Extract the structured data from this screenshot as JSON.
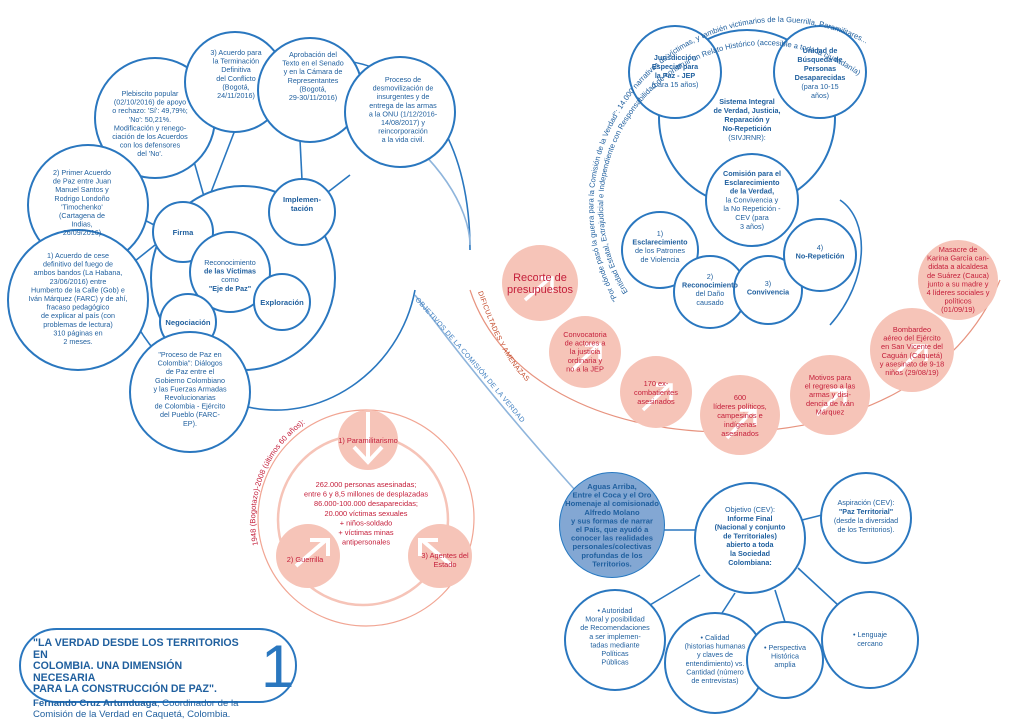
{
  "left": {
    "plebiscito": [
      "Plebiscito popular",
      "(02/10/2016) de apoyo",
      "o rechazo: 'Sí': 49,79%;",
      "'No': 50,21%.",
      "Modificación y renego-",
      "ciación de los Acuerdos",
      "con los defensores",
      "del 'No'."
    ],
    "acuerdo3": [
      "3) Acuerdo para",
      "la Terminación",
      "Definitiva",
      "del Conflicto",
      "(Bogotá,",
      "24/11/2016)"
    ],
    "aprobacion": [
      "Aprobación del",
      "Texto en el Senado",
      "y en la Cámara de",
      "Representantes",
      "(Bogotá,",
      "29-30/11/2016)"
    ],
    "desmovilizacion": [
      "Proceso de",
      "desmovilización de",
      "insurgentes y de",
      "entrega de las armas",
      "a la ONU (1/12/2016-",
      "14/08/2017) y",
      "reincorporación",
      "a la vida civil."
    ],
    "acuerdo2": [
      "2) Primer Acuerdo",
      "de Paz entre Juan",
      "Manuel Santos y",
      "Rodrigo Londoño",
      "'Timochenko'",
      "(Cartagena de",
      "Indias,",
      "26/09/2016)"
    ],
    "acuerdo1": [
      "1) Acuerdo de cese",
      "definitivo del fuego de",
      "ambos bandos (La Habana,",
      "23/06/2016) entre",
      "Humberto de la Calle (Gob) e",
      "Iván Márquez (FARC) y de ahí,",
      "fracaso pedagógico",
      "de explicar al país (con",
      "problemas de lectura)",
      "310 páginas en",
      "2 meses."
    ],
    "firma": "Firma",
    "implementacion": [
      "Implemen-",
      "tación"
    ],
    "reconocimiento": [
      "Reconocimiento",
      "de las Víctimas",
      "como",
      "\"Eje de Paz\""
    ],
    "exploracion": "Exploración",
    "negociacion": "Negociación",
    "proceso_paz": [
      "\"Proceso de Paz en",
      "Colombia\": Diálogos",
      "de Paz entre el",
      "Gobierno Colombiano",
      "y las Fuerzas Armadas",
      "Revolucionarias",
      "de Colombia - Ejército",
      "del Pueblo (FARC-",
      "EP)."
    ],
    "periodo_arc": "1948 (Bogotazo)-2008 (últimos 60 años):",
    "paramilitarismo": "1) Paramilitarismo",
    "guerrilla": "2) Guerrilla",
    "agentes": [
      "3) Agentes del",
      "Estado"
    ],
    "victimas": [
      "262.000 personas asesinadas;",
      "entre 6 y 8,5 millones de desplazadas",
      "86.000-100.000 desaparecidas;",
      "20.000 víctimas sexuales",
      "+ niños-soldado",
      "+ víctimas minas",
      "antipersonales"
    ]
  },
  "right": {
    "jep": [
      "Jurisdicción",
      "Especial para",
      "la Paz - JEP",
      "(para 15 años)"
    ],
    "ubpd": [
      "Unidad de",
      "Búsqueda de",
      "Personas",
      "Desaparecidas",
      "(para 10-15",
      "años)"
    ],
    "sivjrnr": [
      "Sistema Integral",
      "de Verdad, Justicia,",
      "Reparación y",
      "No-Repetición",
      "(SIVJRNR):"
    ],
    "cev": [
      "Comisión para el",
      "Esclarecimiento",
      "de la Verdad,",
      "la Convivencia y",
      "la No Repetición -",
      "CEV (para",
      "3 años)"
    ],
    "esclarecimiento": [
      "1)",
      "Esclarecimiento",
      "de los Patrones",
      "de Violencia"
    ],
    "reconocimiento_dano": [
      "2)",
      "Reconocimiento",
      "del Daño",
      "causado"
    ],
    "convivencia": [
      "3)",
      "Convivencia"
    ],
    "no_repeticion": [
      "4)",
      "No-Repetición"
    ],
    "arc_entidad": "Entidad Estatal, Extrajudicial e Independiente con Responsabilidad de construir un Relato Histórico (accesible a toda la ciudadanía)",
    "arc_pordonde": "\"Por dónde pasó la guerra para la Comisión de la Verdad\": 14.000 narrativas de víctimas, y también victimarios de la Guerrilla, Paramilitares...",
    "dificultades_arc": "DIFICULTADES Y AMENAZAS",
    "objetivos_arc": "OBJETIVOS DE LA COMISIÓN DE LA VERDAD",
    "recorte": [
      "Recorte de",
      "presupuestos"
    ],
    "convocatoria": [
      "Convocatoria",
      "de actores a",
      "la justicia",
      "ordinaria y",
      "no a la JEP"
    ],
    "excombatientes": [
      "170 ex-",
      "combatientes",
      "asesinados"
    ],
    "lideres": [
      "600",
      "líderes políticos,",
      "campesinos e",
      "indígenas",
      "asesinados"
    ],
    "motivos": [
      "Motivos para",
      "el regreso a las",
      "armas y disi-",
      "dencia de Iván",
      "Márquez"
    ],
    "bombardeo": [
      "Bombardeo",
      "aéreo del Ejército",
      "en San Vicente del",
      "Caguán (Caquetá)",
      "y asesinato de 9-18",
      "niños (29/08/19)"
    ],
    "masacre": [
      "Masacre de",
      "Karina García can-",
      "didata a alcaldesa",
      "de Suárez (Cauca)",
      "junto a su madre y",
      "4 líderes sociales y",
      "políticos",
      "(01/09/19)"
    ],
    "homenaje": [
      "Aguas Arriba,",
      "Entre el Coca y el Oro",
      "Homenaje al comisionado",
      "Alfredo Molano",
      "y sus formas de narrar",
      "el País, que ayudó a",
      "conocer las realidades",
      "personales/colectivas",
      "profundas de los",
      "Territorios."
    ],
    "objetivo": [
      "Objetivo (CEV):",
      "Informe Final",
      "(Nacional y conjunto",
      "de Territoriales)",
      "abierto a toda",
      "la Sociedad",
      "Colombiana:"
    ],
    "aspiracion": [
      "Aspiración (CEV):",
      "\"Paz Territorial\"",
      "(desde la diversidad",
      "de los Territorios)."
    ],
    "autoridad": [
      "• Autoridad",
      "Moral y posibilidad",
      "de Recomendaciones",
      "a ser implemen-",
      "tadas mediante",
      "Políticas",
      "Públicas"
    ],
    "calidad": [
      "• Calidad",
      "(historias humanas",
      "y claves de",
      "entendimiento) vs.",
      "Cantidad (número",
      "de entrevistas)"
    ],
    "perspectiva": [
      "• Perspectiva",
      "Histórica",
      "amplia"
    ],
    "lenguaje": [
      "• Lenguaje",
      "cercano"
    ]
  },
  "footer": {
    "title": "\"LA VERDAD DESDE LOS TERRITORIOS EN\nCOLOMBIA. UNA DIMENSIÓN NECESARIA\nPARA LA CONSTRUCCIÓN DE PAZ\".",
    "author_name": "Fernando Cruz Artunduaga",
    "author_role": ", Coordinador de la Comisión de la Verdad en Caquetá, Colombia.",
    "page_number": "1"
  },
  "colors": {
    "blue": "#2a77bf",
    "text_blue": "#1f5f9e",
    "salmon": "#f6c4b8",
    "red": "#c41e3a"
  }
}
